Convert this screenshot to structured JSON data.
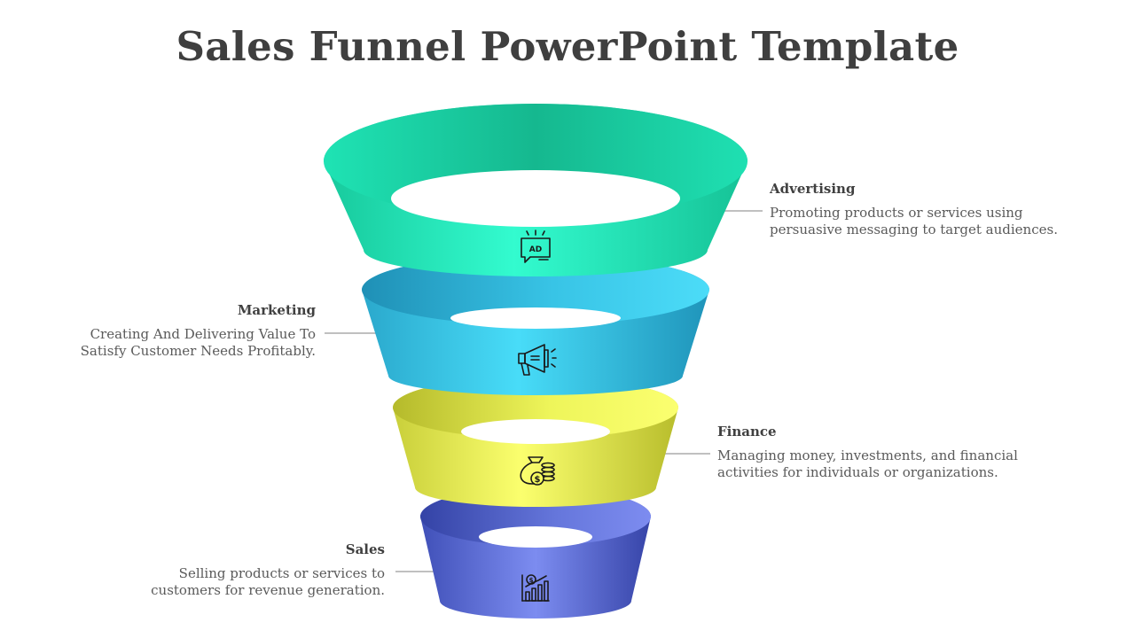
{
  "slide": {
    "title": "Sales Funnel PowerPoint Template"
  },
  "stages": [
    {
      "label": "Advertising",
      "description": "Promoting products or services using persuasive messaging to target audiences.",
      "desc_line1": "Promoting products or services using",
      "desc_line2": "persuasive messaging to target audiences.",
      "icon": "ad-sign-icon",
      "color": "#2ef0c4"
    },
    {
      "label": "Marketing",
      "description": "Creating And Delivering Value To Satisfy Customer Needs Profitably.",
      "desc_line1": "Creating And Delivering Value To",
      "desc_line2": "Satisfy Customer Needs Profitably.",
      "icon": "megaphone-icon",
      "color": "#3fd0ee"
    },
    {
      "label": "Finance",
      "description": "Managing money, investments, and financial activities for individuals or organizations.",
      "desc_line1": "Managing money, investments, and financial",
      "desc_line2": "activities for individuals or organizations.",
      "icon": "money-bag-coins-icon",
      "color": "#f5fb5e"
    },
    {
      "label": "Sales",
      "description": "Selling products or services to customers for revenue generation.",
      "desc_line1": "Selling products or services to",
      "desc_line2": "customers for revenue generation.",
      "icon": "sales-chart-icon",
      "color": "#6f7fe8"
    }
  ]
}
